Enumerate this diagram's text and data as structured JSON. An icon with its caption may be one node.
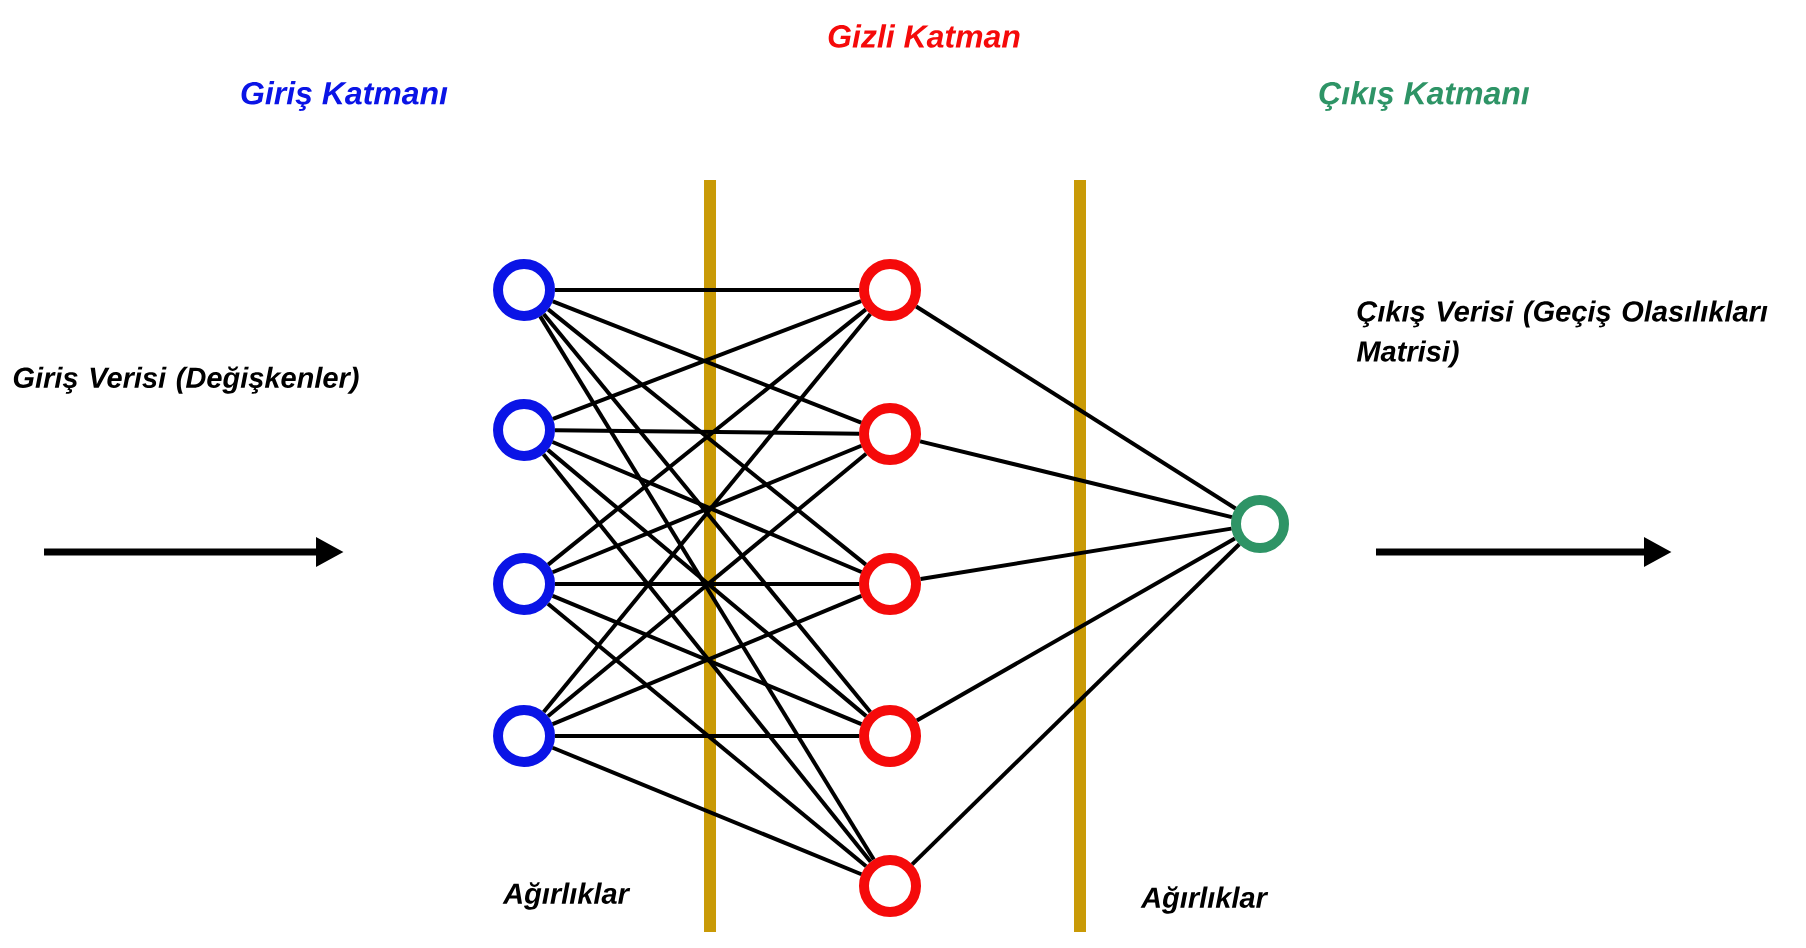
{
  "diagram": {
    "nodes": [
      {
        "text": [],
        "shape": "circle"
      },
      {
        "text": [],
        "shape": "circle"
      },
      {
        "text": [],
        "shape": "circle"
      },
      {
        "text": [],
        "shape": "circle"
      },
      {
        "text": [],
        "shape": "circle"
      },
      {
        "text": [],
        "shape": "circle"
      },
      {
        "text": [],
        "shape": "circle"
      },
      {
        "text": [],
        "shape": "circle"
      },
      {
        "text": [],
        "shape": "circle"
      },
      {
        "text": [],
        "shape": "circle"
      }
    ],
    "edges": [
      {
        "from": 0,
        "to": 4,
        "arrow": "none"
      },
      {
        "from": 0,
        "to": 5,
        "arrow": "none"
      },
      {
        "from": 0,
        "to": 6,
        "arrow": "none"
      },
      {
        "from": 0,
        "to": 7,
        "arrow": "none"
      },
      {
        "from": 0,
        "to": 8,
        "arrow": "none"
      },
      {
        "from": 1,
        "to": 4,
        "arrow": "none"
      },
      {
        "from": 1,
        "to": 5,
        "arrow": "none"
      },
      {
        "from": 1,
        "to": 6,
        "arrow": "none"
      },
      {
        "from": 1,
        "to": 7,
        "arrow": "none"
      },
      {
        "from": 1,
        "to": 8,
        "arrow": "none"
      },
      {
        "from": 2,
        "to": 4,
        "arrow": "none"
      },
      {
        "from": 2,
        "to": 5,
        "arrow": "none"
      },
      {
        "from": 2,
        "to": 6,
        "arrow": "none"
      },
      {
        "from": 2,
        "to": 7,
        "arrow": "none"
      },
      {
        "from": 2,
        "to": 8,
        "arrow": "none"
      },
      {
        "from": 3,
        "to": 4,
        "arrow": "none"
      },
      {
        "from": 3,
        "to": 5,
        "arrow": "none"
      },
      {
        "from": 3,
        "to": 6,
        "arrow": "none"
      },
      {
        "from": 3,
        "to": 7,
        "arrow": "none"
      },
      {
        "from": 3,
        "to": 8,
        "arrow": "none"
      },
      {
        "from": 4,
        "to": 9,
        "arrow": "none"
      },
      {
        "from": 5,
        "to": 9,
        "arrow": "none"
      },
      {
        "from": 6,
        "to": 9,
        "arrow": "none"
      },
      {
        "from": 7,
        "to": 9,
        "arrow": "none"
      },
      {
        "from": 8,
        "to": 9,
        "arrow": "none"
      }
    ],
    "labels": [
      "Gizli Katman",
      "Giriş Katmanı",
      "Çıkış Katmanı",
      "Çıkış Verisi (Geçiş Olasılıkları Matrisi)",
      "Giriş Verisi (Değişkenler)",
      "Ağırlıklar",
      "Ağırlıklar"
    ]
  }
}
